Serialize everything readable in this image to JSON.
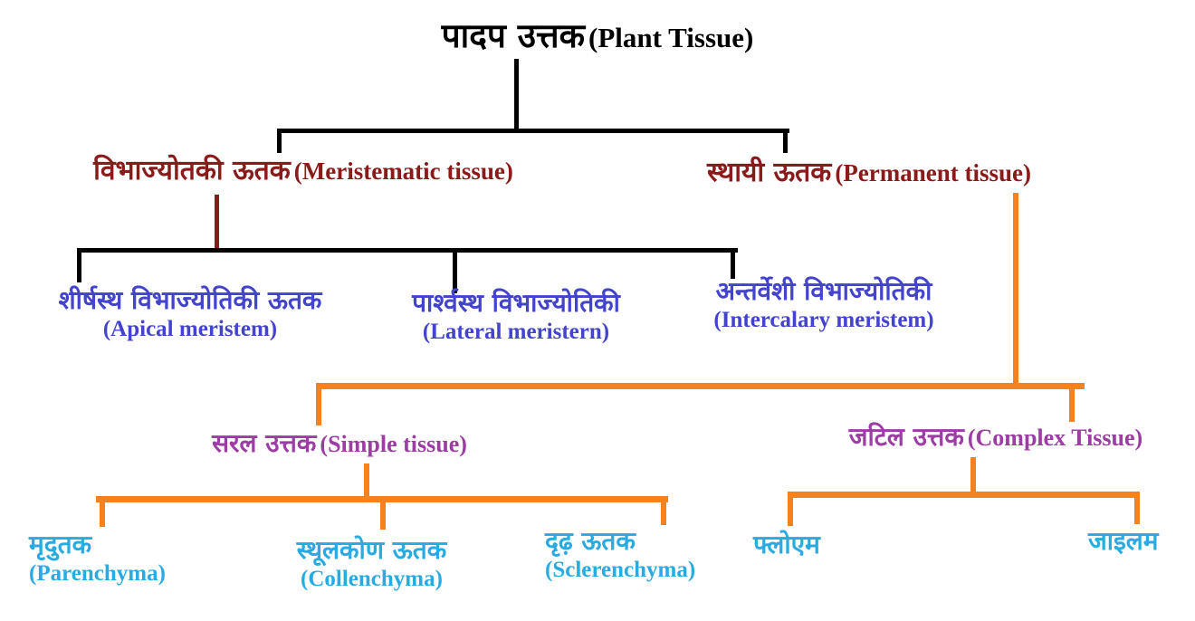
{
  "diagram": {
    "type": "classification-tree",
    "subject": "Plant Tissue classification (Hindi/English)"
  },
  "colors": {
    "title": "#000000",
    "level1": "#8B1A1A",
    "meristem": "#4343CE",
    "tissue_group": "#9B3DA3",
    "leaf": "#29ABE2",
    "connector_primary": "#000000",
    "connector_secondary": "#F5821F"
  },
  "nodes": {
    "plant_tissue": {
      "hindi": "पादप उत्तक",
      "english": "(Plant Tissue)"
    },
    "meristematic": {
      "hindi": "विभाज्योतकी ऊतक",
      "english": "(Meristematic tissue)"
    },
    "permanent": {
      "hindi": "स्थायी ऊतक",
      "english": "(Permanent tissue)"
    },
    "apical": {
      "hindi": "शीर्षस्थ विभाज्योतिकी ऊतक",
      "english": "(Apical meristem)"
    },
    "lateral": {
      "hindi": "पार्श्वस्थ विभाज्योतिकी",
      "english": "(Lateral meristern)"
    },
    "intercalary": {
      "hindi": "अन्तर्वेशी विभाज्योतिकी",
      "english": "(Intercalary meristem)"
    },
    "simple": {
      "hindi": "सरल उत्तक",
      "english": "(Simple tissue)"
    },
    "complex": {
      "hindi": "जटिल उत्तक",
      "english": "(Complex Tissue)"
    },
    "parenchyma": {
      "hindi": "मृदुतक",
      "english": "(Parenchyma)"
    },
    "collenchyma": {
      "hindi": "स्थूलकोण ऊतक",
      "english": "(Collenchyma)"
    },
    "sclerenchyma": {
      "hindi": "दृढ़ ऊतक",
      "english": "(Sclerenchyma)"
    },
    "phloem": {
      "hindi": "फ्लोएम",
      "english": ""
    },
    "xylem": {
      "hindi": "जाइलम",
      "english": ""
    }
  },
  "structure": {
    "plant_tissue": [
      "meristematic",
      "permanent"
    ],
    "meristematic": [
      "apical",
      "lateral",
      "intercalary"
    ],
    "permanent": [
      "simple",
      "complex"
    ],
    "simple": [
      "parenchyma",
      "collenchyma",
      "sclerenchyma"
    ],
    "complex": [
      "phloem",
      "xylem"
    ]
  }
}
